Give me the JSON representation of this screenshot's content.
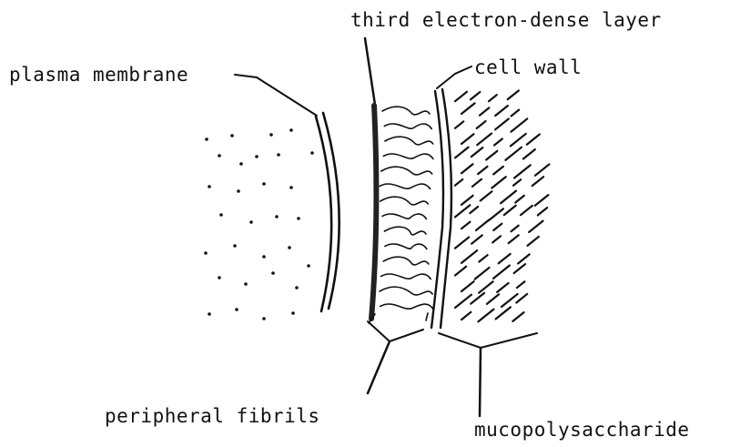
{
  "diagram": {
    "labels": {
      "third_layer": "third electron-dense layer",
      "plasma_membrane": "plasma membrane",
      "cell_wall": "cell wall",
      "peripheral_fibrils": "peripheral fibrils",
      "mucopolysaccharide": "mucopolysaccharide"
    },
    "colors": {
      "ink": "#111111",
      "background": "#ffffff"
    }
  }
}
